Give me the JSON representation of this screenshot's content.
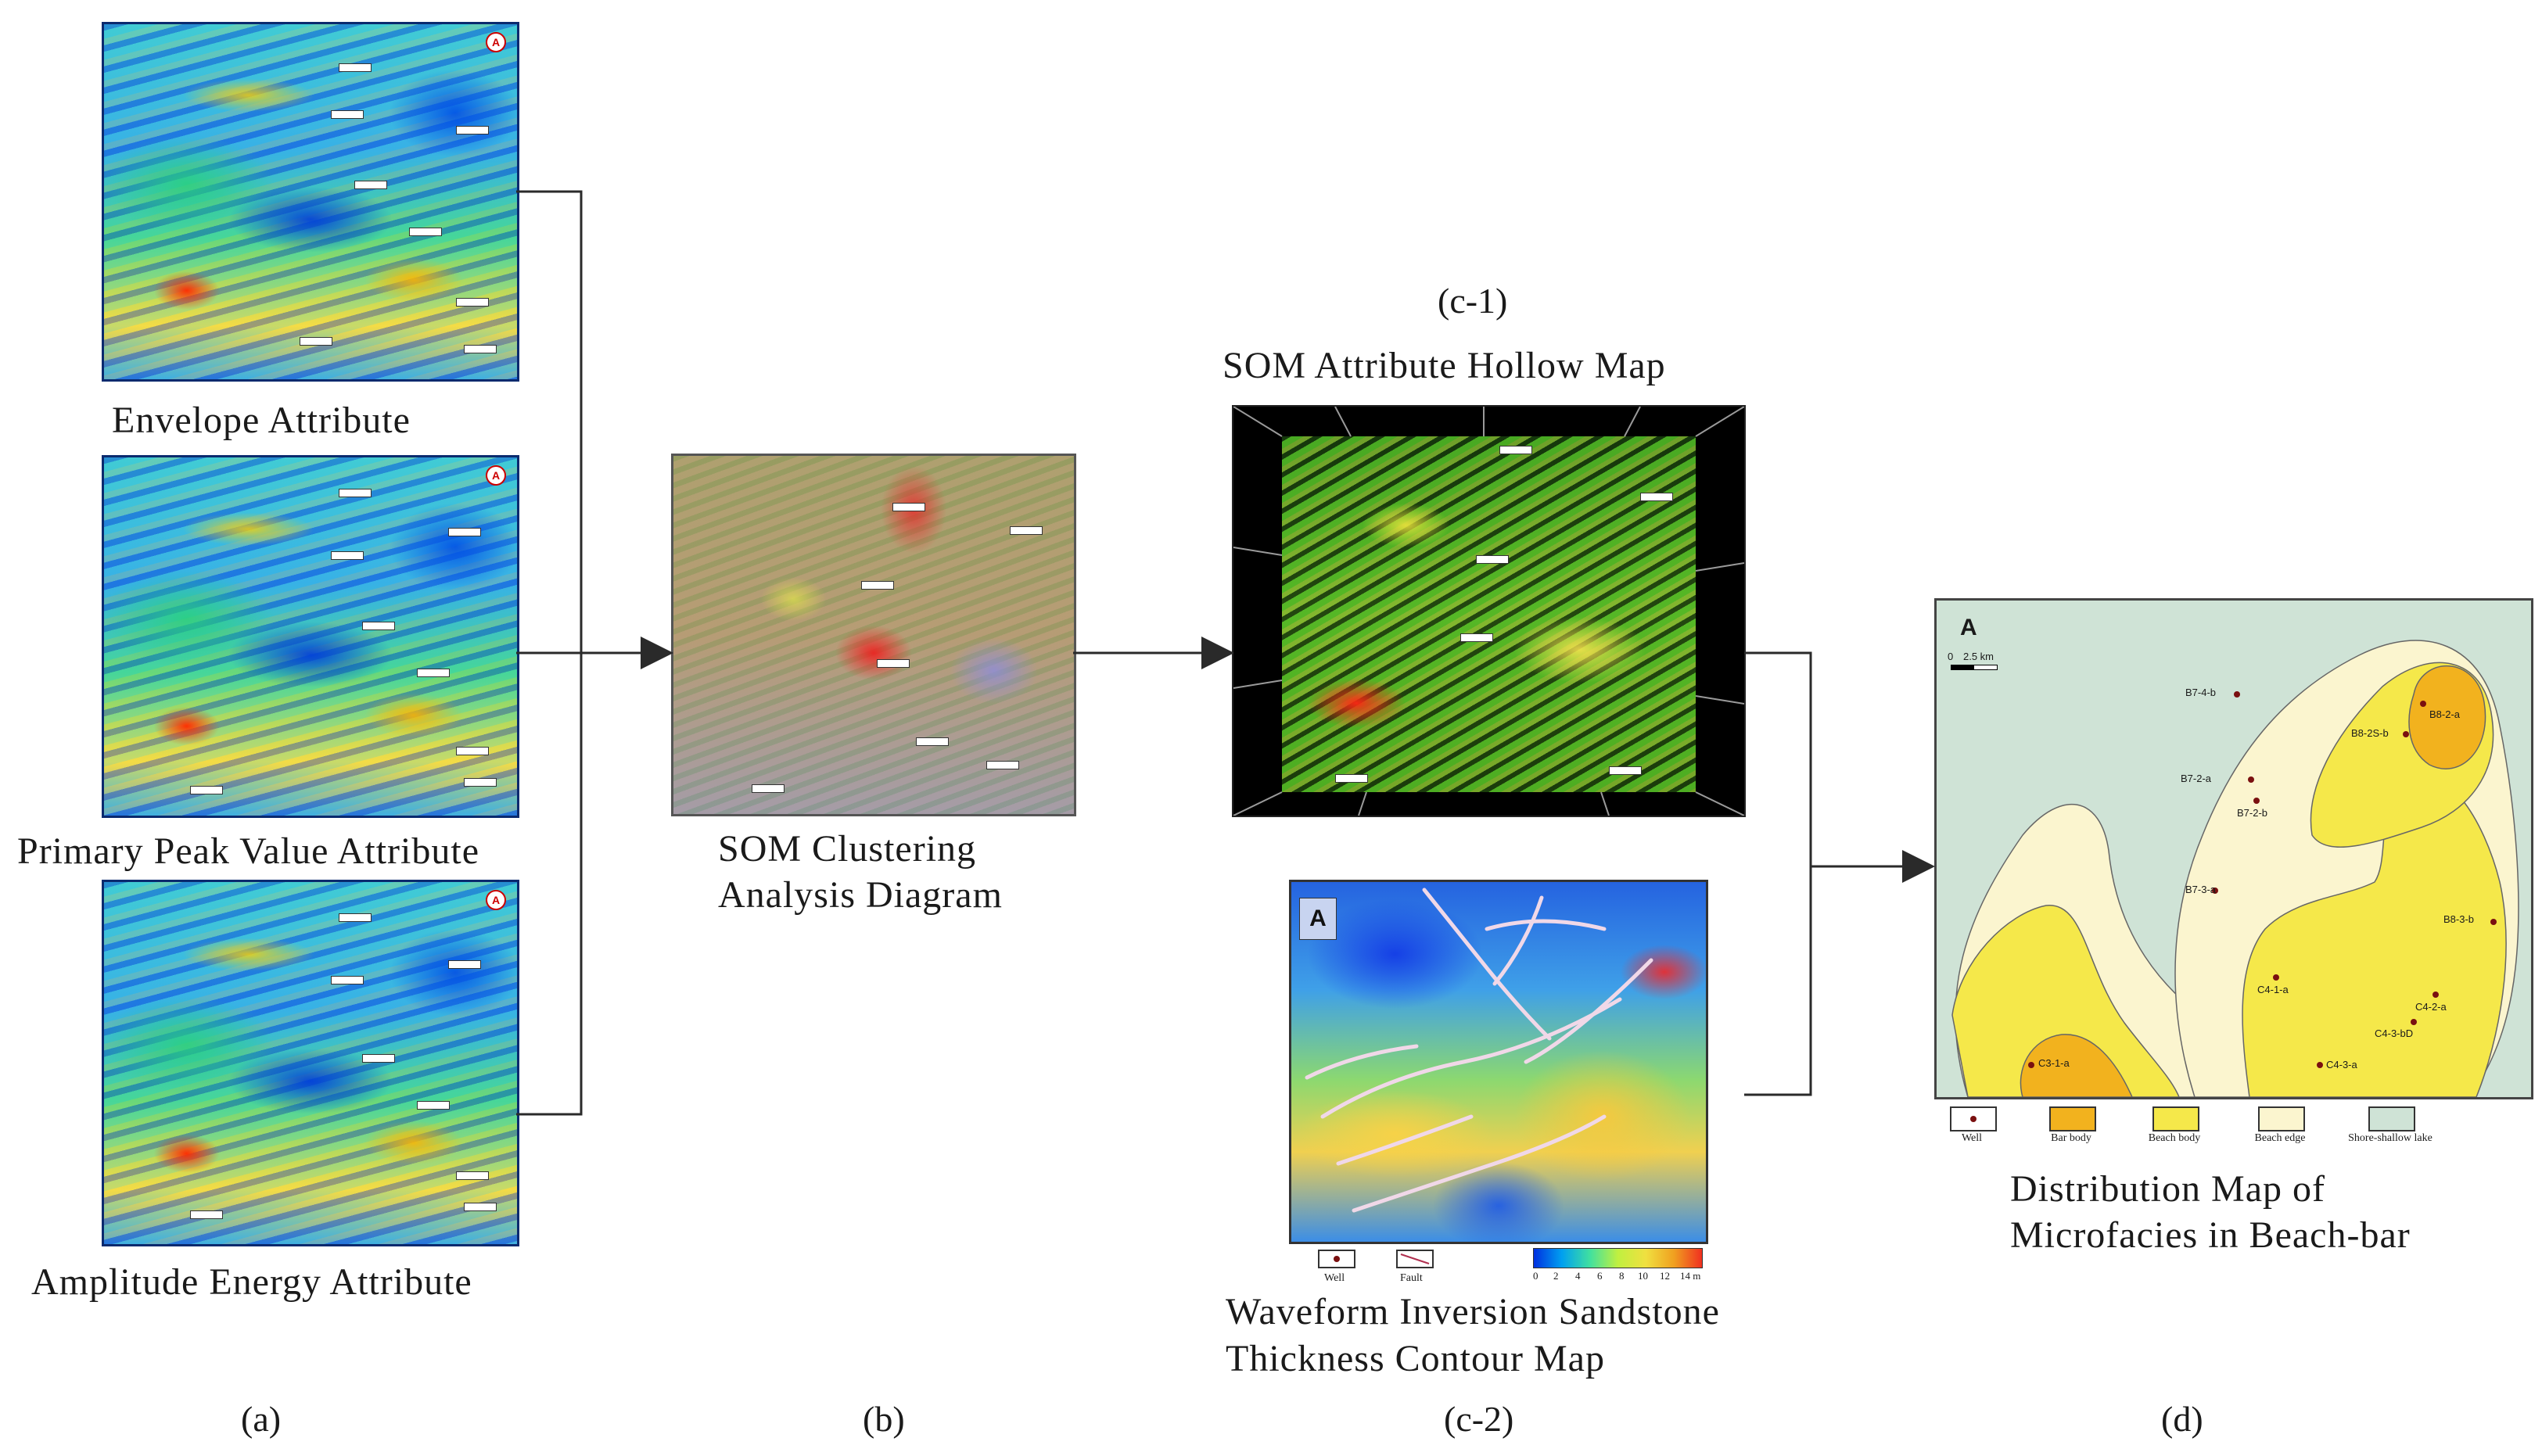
{
  "panel_a": {
    "maps": [
      {
        "title": "Envelope Attribute"
      },
      {
        "title": "Primary Peak Value Attribute"
      },
      {
        "title": "Amplitude Energy Attribute"
      }
    ],
    "letter": "(a)"
  },
  "panel_b": {
    "title_line1": "SOM Clustering",
    "title_line2": "Analysis Diagram",
    "letter": "(b)"
  },
  "panel_c1": {
    "sublabel": "(c-1)",
    "title": "SOM Attribute Hollow Map"
  },
  "panel_c2": {
    "title_line1": "Waveform Inversion Sandstone",
    "title_line2": "Thickness Contour Map",
    "letter": "(c-2)",
    "legend": {
      "well": "Well",
      "fault": "Fault",
      "ticks": [
        "0",
        "2",
        "4",
        "6",
        "8",
        "10",
        "12",
        "14 m"
      ]
    }
  },
  "panel_d": {
    "title_line1": "Distribution Map of",
    "title_line2": "Microfacies in Beach-bar",
    "letter": "(d)",
    "scale": [
      "0",
      "2.5 km"
    ],
    "wells": [
      "B7-4-b",
      "B8-2-a",
      "B8-2S-b",
      "B7-2-a",
      "B7-2-b",
      "B7-3-a",
      "B8-3-b",
      "C4-1-a",
      "C4-2-a",
      "C4-3-bD",
      "C4-3-a",
      "C3-1-a"
    ],
    "legend": [
      {
        "label": "Well",
        "color": "#ffffff"
      },
      {
        "label": "Bar body",
        "color": "#f2b21e"
      },
      {
        "label": "Beach body",
        "color": "#f5e84a"
      },
      {
        "label": "Beach edge",
        "color": "#fbf5cf"
      },
      {
        "label": "Shore-shallow lake",
        "color": "#cfe3d6"
      }
    ]
  },
  "colors": {
    "arrow": "#2a2a2a",
    "map_border": "#0a2a6e"
  }
}
